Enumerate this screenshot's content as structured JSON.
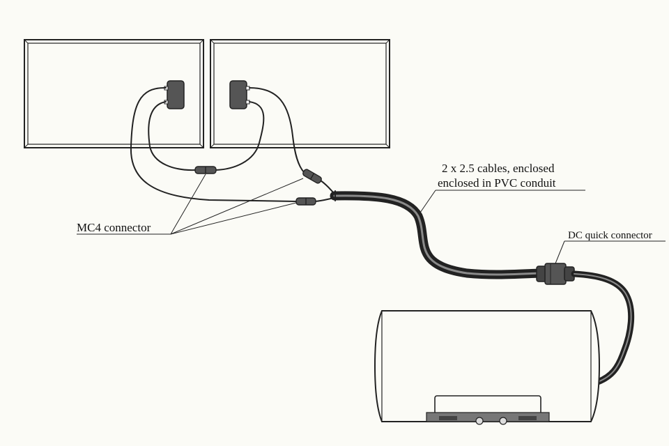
{
  "labels": {
    "mc4_connector": "MC4 connector",
    "cable_line1": "2 x 2.5 cables, enclosed",
    "cable_line2": "enclosed in PVC conduit",
    "dc_quick_connector": "DC quick connector"
  },
  "colors": {
    "background": "#fbfbf6",
    "stroke": "#222222",
    "connector_fill": "#555555",
    "conduit_fill": "#2a2a2a",
    "conduit_highlight": "#8a8a8a"
  }
}
